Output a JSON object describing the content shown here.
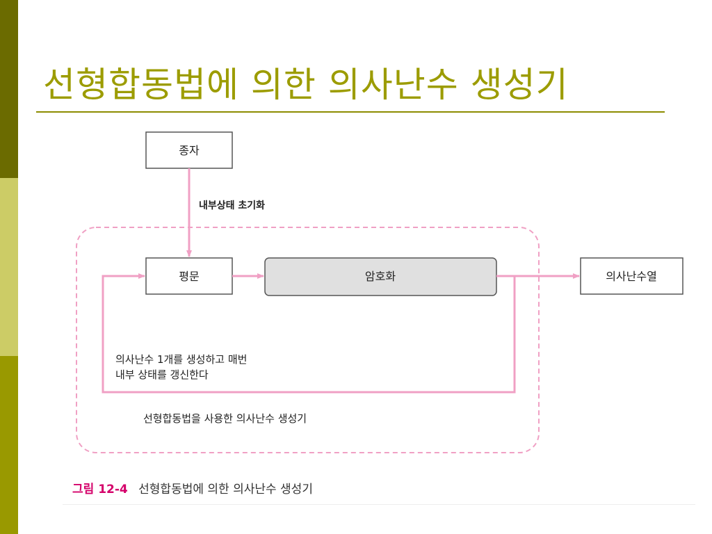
{
  "slide": {
    "title": "선형합동법에 의한 의사난수 생성기"
  },
  "diagram": {
    "seed_box": "종자",
    "init_label": "내부상태 초기화",
    "plaintext_box": "평문",
    "encrypt_box": "암호화",
    "output_box": "의사난수열",
    "feedback_line1": "의사난수 1개를 생성하고 매번",
    "feedback_line2": "내부 상태를 갱신한다",
    "region_label": "선형합동법을 사용한 의사난수 생성기"
  },
  "figure": {
    "label": "그림 12-4",
    "caption": "선형합동법에 의한 의사난수 생성기"
  },
  "colors": {
    "sidebar_dark": "#6b6b00",
    "sidebar_light": "#cccc66",
    "sidebar_mid": "#999900",
    "title": "#9c9c00",
    "arrow_pink": "#f0a0c4",
    "dashed_border": "#f0a0c4",
    "encrypt_fill": "#e0e0e0",
    "caption_label": "#d4006a"
  }
}
